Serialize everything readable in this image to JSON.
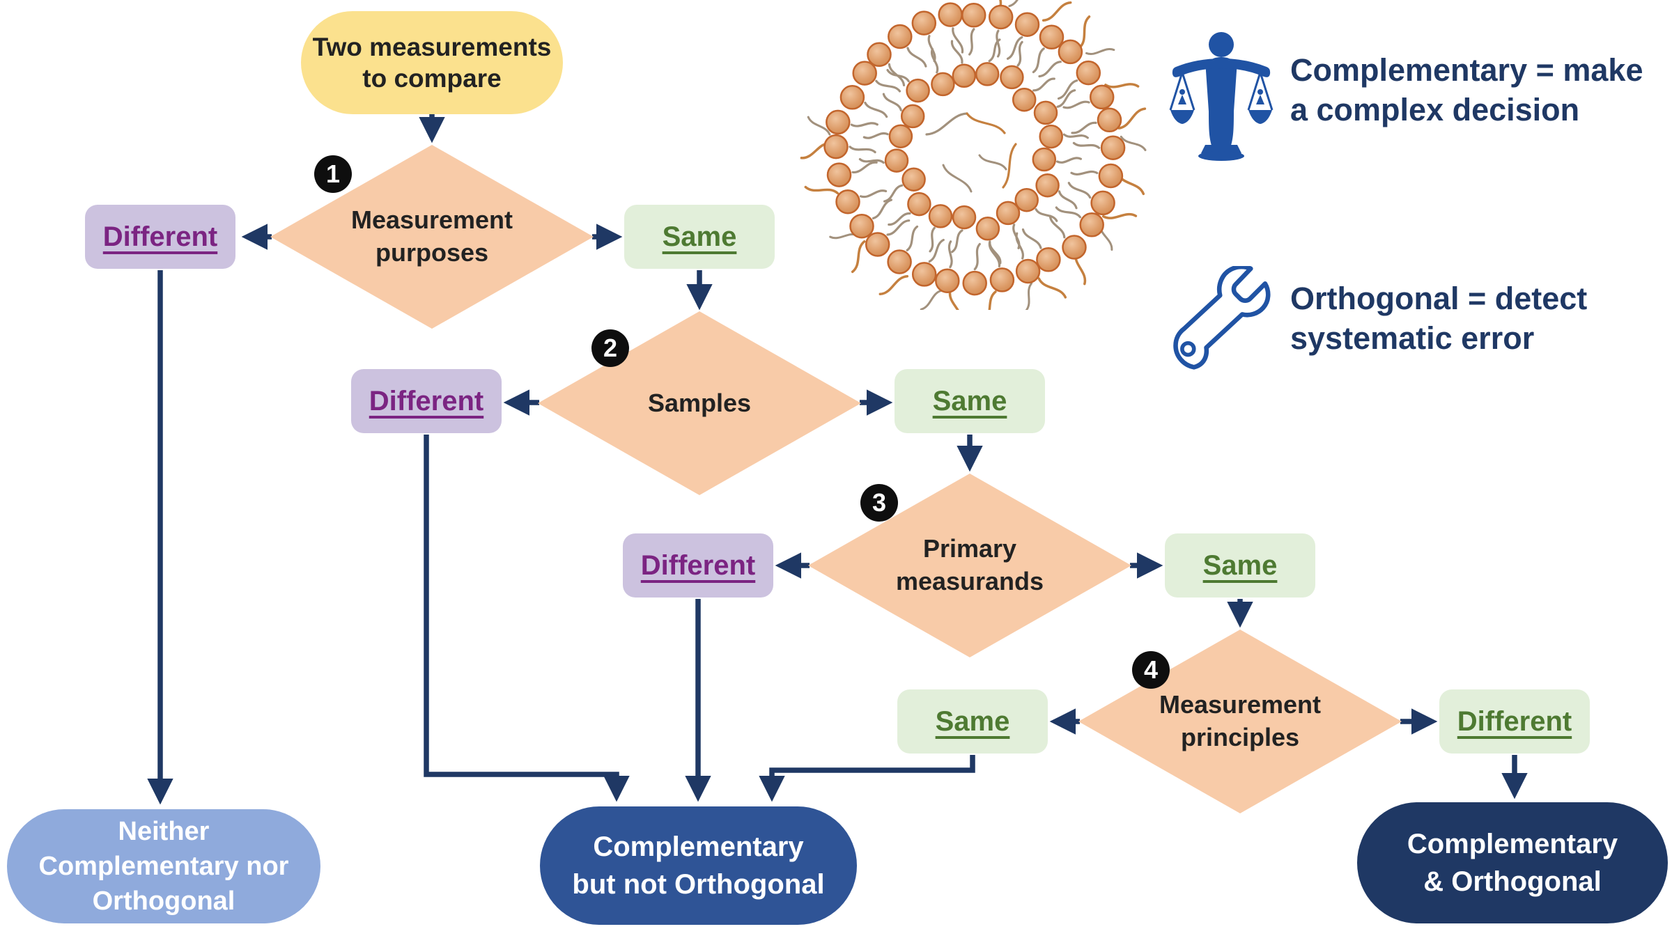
{
  "start_label": "Two measurements\nto compare",
  "decisions": [
    {
      "number": "1",
      "label": "Measurement\npurposes"
    },
    {
      "number": "2",
      "label": "Samples"
    },
    {
      "number": "3",
      "label": "Primary\nmeasurands"
    },
    {
      "number": "4",
      "label": "Measurement\nprinciples"
    }
  ],
  "branches": {
    "d1_different": "Different",
    "d1_same": "Same",
    "d2_different": "Different",
    "d2_same": "Same",
    "d3_different": "Different",
    "d3_same": "Same",
    "d4_same": "Same",
    "d4_different": "Different"
  },
  "outcomes": {
    "neither": "Neither\nComplementary nor\nOrthogonal",
    "complementary_only": "Complementary\nbut not Orthogonal",
    "complementary_orthogonal": "Complementary\n& Orthogonal"
  },
  "legend": {
    "complementary": "Complementary = make\na complex decision",
    "orthogonal": "Orthogonal = detect\nsystematic error"
  },
  "icons": {
    "scales": "scales-of-justice-icon",
    "wrench": "wrench-icon",
    "liposome": "liposome-illustration"
  },
  "colors": {
    "start_fill": "#FBE18E",
    "decision_fill": "#F8CBA8",
    "different_fill": "#CCC2DF",
    "different_text": "#7B2482",
    "same_fill": "#E2EFDA",
    "same_text": "#4E7A32",
    "arrow": "#1F3864",
    "outcome_neither_fill": "#8FAADC",
    "outcome_complementary_fill": "#2F5496",
    "outcome_orthogonal_fill": "#1F3864",
    "outcome_text": "#FFFFFF",
    "legend_text": "#1F3864",
    "icon_blue": "#2053A4",
    "badge_fill": "#0E0E0E",
    "liposome_head": "#DC9A66",
    "liposome_head_stroke": "#C2652C",
    "liposome_tail": "#A2917D",
    "liposome_tail_accent": "#C5803F"
  }
}
